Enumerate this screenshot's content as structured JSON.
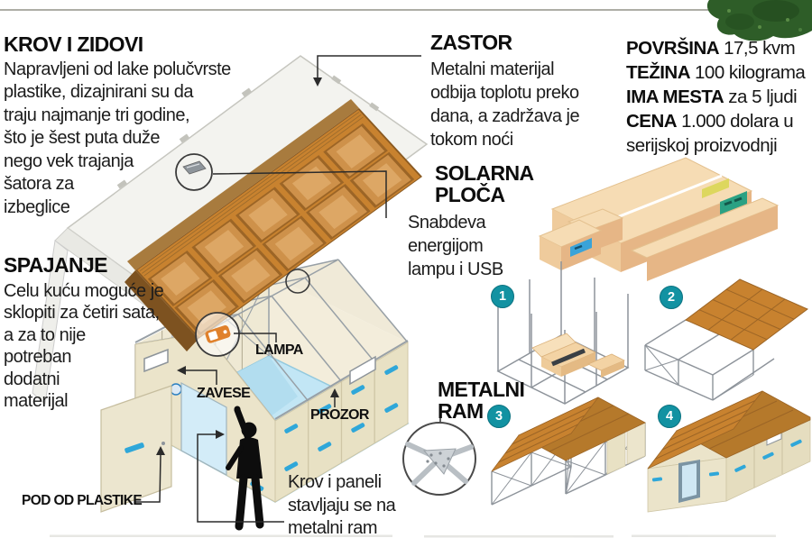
{
  "sections": {
    "krov": {
      "title": "KROV I ZIDOVI",
      "body": "Napravljeni od lake polučvrste\nplastike, dizajnirani su da\ntraju najmanje tri godine,\nšto je šest puta duže\nnego vek trajanja\nšatora za\nizbeglice"
    },
    "zastor": {
      "title": "ZASTOR",
      "body": "Metalni materijal\nodbija toplotu preko\ndana, a zadržava je\ntokom noći"
    },
    "solarna": {
      "title": "SOLARNA\nPLOČA",
      "body": "Snabdeva\nenergijom\nlampu i USB"
    },
    "spajanje": {
      "title": "SPAJANJE",
      "body": "Celu kuću moguće je\nsklopiti za četiri sata,\na za to nije\npotreban\ndodatni\nmaterijal"
    },
    "metalni_ram": {
      "title": "METALNI\nRAM"
    },
    "assembly_note": "Krov i paneli\nstavljaju se na\nmetalni ram"
  },
  "specs": [
    {
      "label": "POVRŠINA",
      "value": "17,5 kvm"
    },
    {
      "label": "TEŽINA",
      "value": "100 kilograma"
    },
    {
      "label": "IMA MESTA",
      "value": "za 5 ljudi"
    },
    {
      "label": "CENA",
      "value": "1.000 dolara u serijskoj proizvodnji"
    }
  ],
  "part_labels": {
    "lampa": "LAMPA",
    "zavese": "ZAVESE",
    "prozor": "PROZOR",
    "pod": "POD OD PLASTIKE"
  },
  "steps": [
    {
      "number": "1"
    },
    {
      "number": "2"
    },
    {
      "number": "3"
    },
    {
      "number": "4"
    }
  ],
  "colors": {
    "accent_teal": "#1292a2",
    "roof_orange": "#c8822f",
    "wall_cream": "#ebe4ca",
    "floor_blue": "#c2e6f5",
    "accent_blue": "#2fa7d9",
    "box_tan": "#f6dcb4",
    "tree_green": "#2e5d28",
    "rule_gray": "#aeaea6"
  }
}
